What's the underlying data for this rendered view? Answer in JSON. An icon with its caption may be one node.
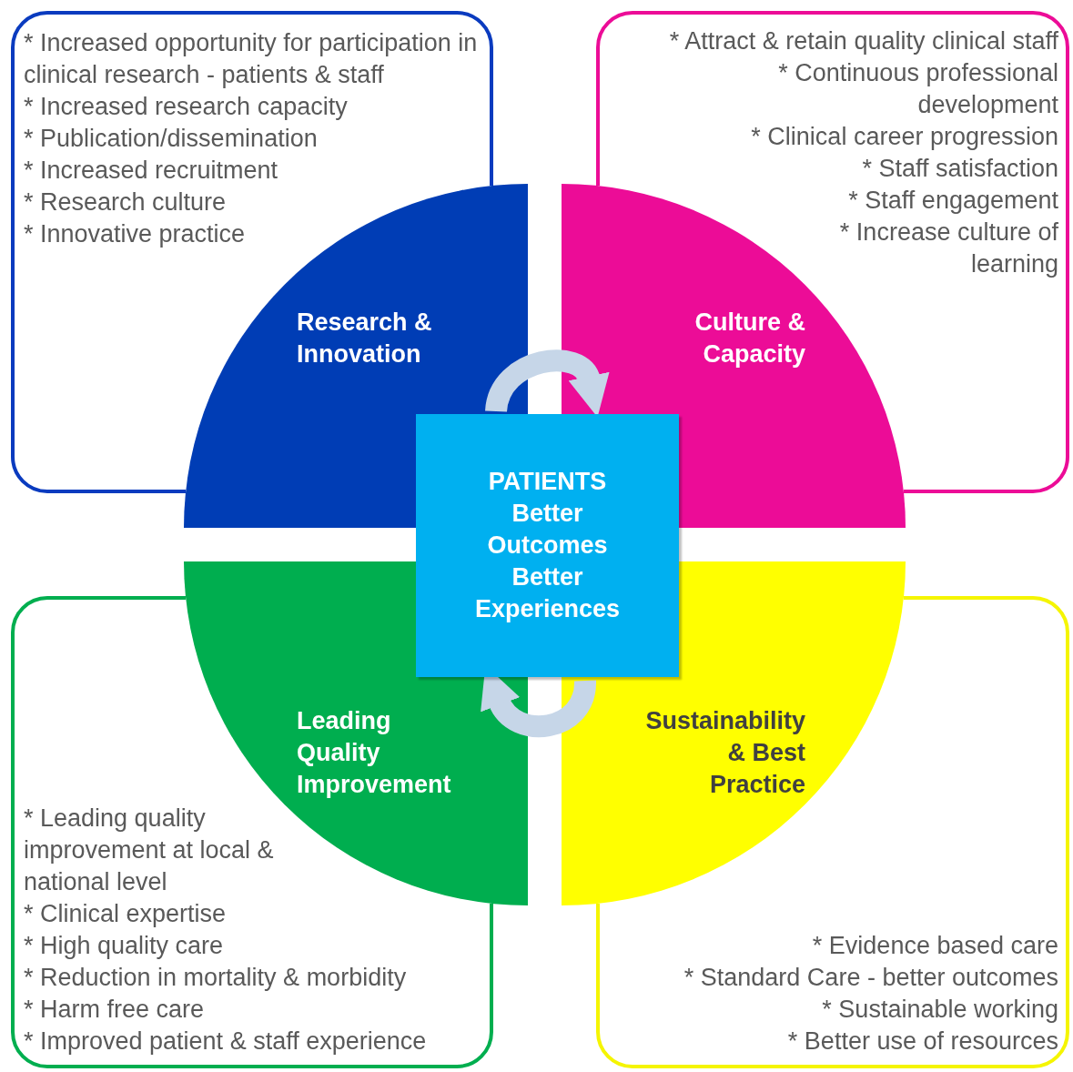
{
  "diagram": {
    "nodes": [
      {
        "text": [
          "* Increased opportunity for participation in clinical research - patients & staff",
          "* Increased research capacity",
          "* Publication/dissemination",
          "* Increased recruitment",
          "* Research culture",
          "* Innovative practice"
        ]
      },
      {
        "text": [
          "* Attract & retain quality clinical staff",
          "* Continuous professional development",
          "* Clinical career progression",
          "* Staff satisfaction",
          "* Staff engagement",
          "* Increase culture of learning"
        ]
      },
      {
        "text": [
          "* Leading quality improvement at local & national level",
          "* Clinical expertise",
          "* High quality care",
          "* Reduction in mortality & morbidity",
          "* Harm free care",
          "* Improved patient & staff experience"
        ]
      },
      {
        "text": [
          "* Evidence based care",
          "* Standard Care - better outcomes",
          "* Sustainable working",
          "* Better use of resources"
        ]
      },
      {
        "text": [
          "Research & Innovation"
        ]
      },
      {
        "text": [
          "Culture & Capacity"
        ]
      },
      {
        "text": [
          "Leading Quality Improvement"
        ]
      },
      {
        "text": [
          "Sustainability & Best Practice"
        ]
      },
      {
        "text": [
          "PATIENTS",
          "Better Outcomes",
          "Better Experiences"
        ]
      }
    ],
    "edges": [
      {
        "from": 4,
        "to": 5,
        "arrow": "to"
      },
      {
        "from": 7,
        "to": 6,
        "arrow": "to"
      }
    ]
  }
}
